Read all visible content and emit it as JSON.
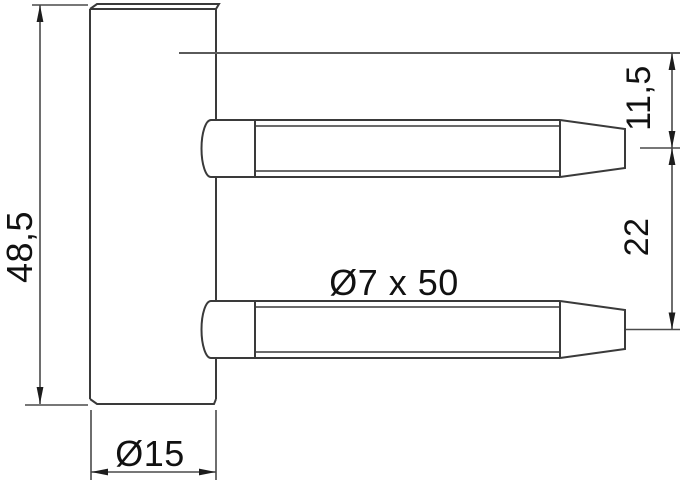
{
  "drawing": {
    "part": "hinge-body-with-two-pins",
    "labels": {
      "body_height": "48,5",
      "body_diameter": "Ø15",
      "pin_spec": "Ø7 x 50",
      "pin_top_offset": "11,5",
      "pin_spacing": "22"
    },
    "colors": {
      "background": "#ffffff",
      "outline": "#3a3a3a",
      "dimension_line": "#4a4a4a",
      "reference_line": "#5a5a5a",
      "text": "#111111"
    }
  }
}
